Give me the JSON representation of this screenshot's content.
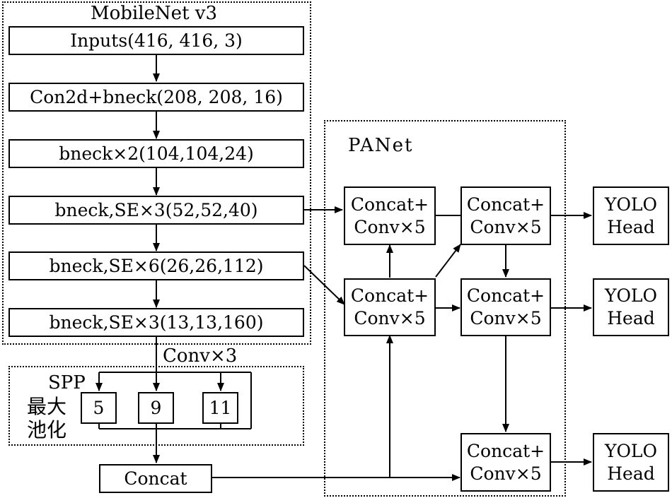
{
  "backbone": {
    "title": "MobileNet v3",
    "layers": [
      "Inputs(416, 416, 3)",
      "Con2d+bneck(208, 208, 16)",
      "bneck×2(104,104,24)",
      "bneck,SE×3(52,52,40)",
      "bneck,SE×6(26,26,112)",
      "bneck,SE×3(13,13,160)"
    ]
  },
  "conv3_label": "Conv×3",
  "spp": {
    "title": "SPP",
    "subtitle_line1": "最大",
    "subtitle_line2": "池化",
    "kernels": [
      "5",
      "9",
      "11"
    ]
  },
  "concat_label": "Concat",
  "panet": {
    "title": "PANet",
    "block_line1": "Concat+",
    "block_line2": "Conv×5"
  },
  "head": {
    "line1": "YOLO",
    "line2": "Head"
  }
}
